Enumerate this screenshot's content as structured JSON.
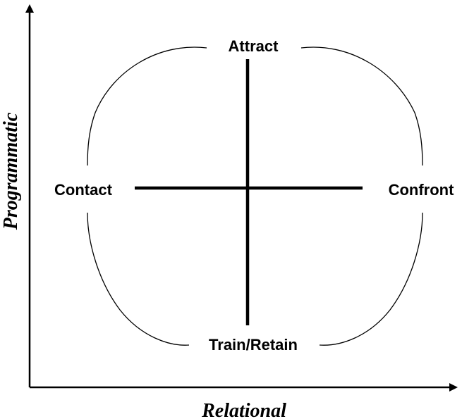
{
  "axes": {
    "x_label": "Relational",
    "y_label": "Programmatic"
  },
  "quadrant": {
    "top": "Attract",
    "bottom": "Train/Retain",
    "left": "Contact",
    "right": "Confront"
  },
  "colors": {
    "ink": "#000000",
    "background": "#ffffff"
  }
}
